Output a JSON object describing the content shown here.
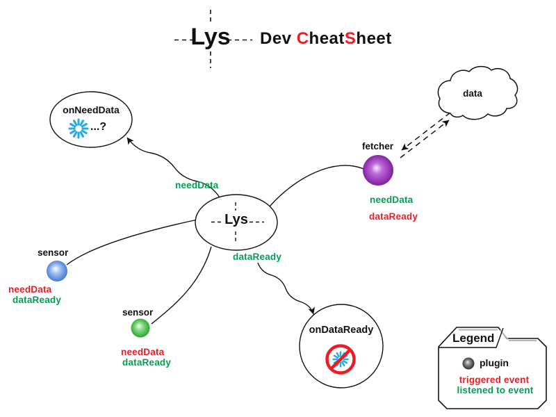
{
  "title": {
    "logo": "Lys",
    "subtitle": {
      "dev": "Dev ",
      "c": "C",
      "heat": "heat",
      "s": "S",
      "heet": "heet"
    }
  },
  "nodes": {
    "on_need_data": {
      "label": "onNeedData",
      "hint": "...?"
    },
    "lys": {
      "label": "Lys"
    },
    "on_data_ready": {
      "label": "onDataReady"
    },
    "data_cloud": {
      "label": "data"
    },
    "fetcher": {
      "label": "fetcher",
      "listened_event": "needData",
      "triggered_event": "dataReady"
    },
    "sensor_blue": {
      "label": "sensor",
      "triggered_event": "needData",
      "listened_event": "dataReady"
    },
    "sensor_green": {
      "label": "sensor",
      "triggered_event": "needData",
      "listened_event": "dataReady"
    }
  },
  "edges": {
    "need_data": "needData",
    "data_ready": "dataReady"
  },
  "legend": {
    "title": "Legend",
    "plugin": "plugin",
    "triggered": "triggered event",
    "listened": "listened to event"
  },
  "icons": {
    "spinner": "loading-spinner",
    "no_sign": "prohibition-sign",
    "cloud": "cloud-shape",
    "crosshair": "dashed-crosshair"
  },
  "colors": {
    "triggered_red": "#ED1C24",
    "listened_green": "#00A050",
    "spinner_blue": "#29ABE2",
    "sensor_blue": "#2D66C8",
    "sensor_green": "#0C9C0F",
    "fetcher_purple": "#73119C"
  }
}
